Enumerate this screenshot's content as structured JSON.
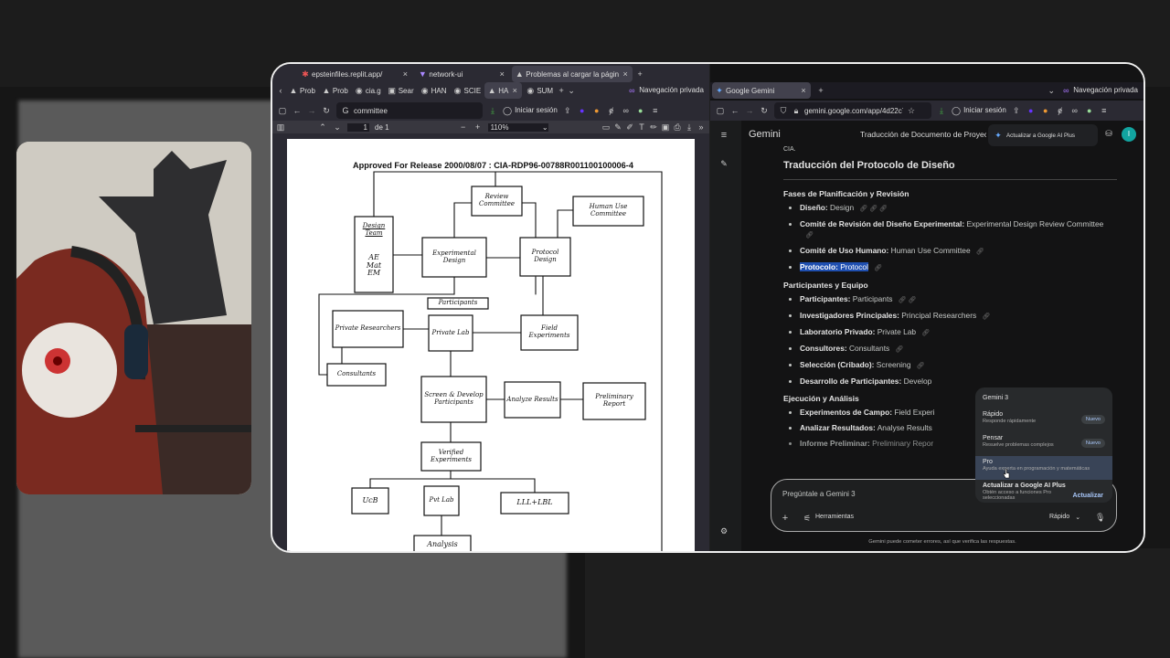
{
  "left_browser": {
    "top_tabs": [
      "epsteinfiles.replit.app/",
      "network-ui",
      "Problemas al cargar la págin"
    ],
    "sub_tabs": [
      "Prob",
      "Prob",
      "cia.g",
      "Sear",
      "HAN",
      "SCIE",
      "HA",
      "SUM"
    ],
    "private_label": "Navegación privada",
    "url": "committee",
    "signin": "Iniciar sesión",
    "page_num": "1",
    "page_of": "de 1",
    "zoom": "110%"
  },
  "document": {
    "header": "Approved For Release 2000/08/07 : CIA-RDP96-00788R001100100006-4",
    "boxes": {
      "review": "Review Committee",
      "human": "Human Use Committee",
      "team": "Design Team",
      "team_sub": "AE Mat EM",
      "exp": "Experimental Design",
      "proto": "Protocol Design",
      "parts": "Participants",
      "privres": "Private Researchers",
      "privlab": "Private Lab",
      "field": "Field Experiments",
      "cons": "Consultants",
      "screen": "Screen & Develop Participants",
      "analyze": "Analyze Results",
      "prelim": "Preliminary Report",
      "verified": "Verified Experiments",
      "ucb": "UcB",
      "pvt": "Pvt Lab",
      "lll": "LLL+LBL",
      "analysis": "Analysis"
    }
  },
  "right_browser": {
    "tab": "Google Gemini",
    "private_label": "Navegación privada",
    "url": "gemini.google.com/app/4d22c72d8e940",
    "signin": "Iniciar sesión"
  },
  "gemini": {
    "brand": "Gemini",
    "chat_title": "Traducción de Documento de Proyect",
    "upgrade": "Actualizar a Google AI Plus",
    "avatar": "I",
    "prev_text": "CIA.",
    "heading": "Traducción del Protocolo de Diseño",
    "sections": [
      {
        "title": "Fases de Planificación y Revisión",
        "items": [
          [
            "Diseño:",
            "Design"
          ],
          [
            "Comité de Revisión del Diseño Experimental:",
            "Experimental Design Review Committee"
          ],
          [
            "Comité de Uso Humano:",
            "Human Use Committee"
          ],
          [
            "Protocolo:",
            "Protocol"
          ]
        ]
      },
      {
        "title": "Participantes y Equipo",
        "items": [
          [
            "Participantes:",
            "Participants"
          ],
          [
            "Investigadores Principales:",
            "Principal Researchers"
          ],
          [
            "Laboratorio Privado:",
            "Private Lab"
          ],
          [
            "Consultores:",
            "Consultants"
          ],
          [
            "Selección (Cribado):",
            "Screening"
          ],
          [
            "Desarrollo de Participantes:",
            "Develop"
          ]
        ]
      },
      {
        "title": "Ejecución y Análisis",
        "items": [
          [
            "Experimentos de Campo:",
            "Field Experi"
          ],
          [
            "Analizar Resultados:",
            "Analyse Results"
          ],
          [
            "Informe Preliminar:",
            "Preliminary Repor"
          ]
        ]
      }
    ],
    "menu": {
      "title": "Gemini 3",
      "items": [
        {
          "name": "Rápido",
          "desc": "Responde rápidamente",
          "badge": "Nuevo"
        },
        {
          "name": "Pensar",
          "desc": "Resuelve problemas complejos",
          "badge": "Nuevo"
        },
        {
          "name": "Pro",
          "desc": "Ayuda experta en programación y matemáticas"
        }
      ],
      "upgrade_title": "Actualizar a Google AI Plus",
      "upgrade_desc": "Obtén acceso a funciones Pro seleccionadas",
      "upgrade_btn": "Actualizar"
    },
    "input_placeholder": "Pregúntale a Gemini 3",
    "tools": "Herramientas",
    "mode": "Rápido",
    "disclaimer": "Gemini puede cometer errores, así que verifica las respuestas."
  }
}
